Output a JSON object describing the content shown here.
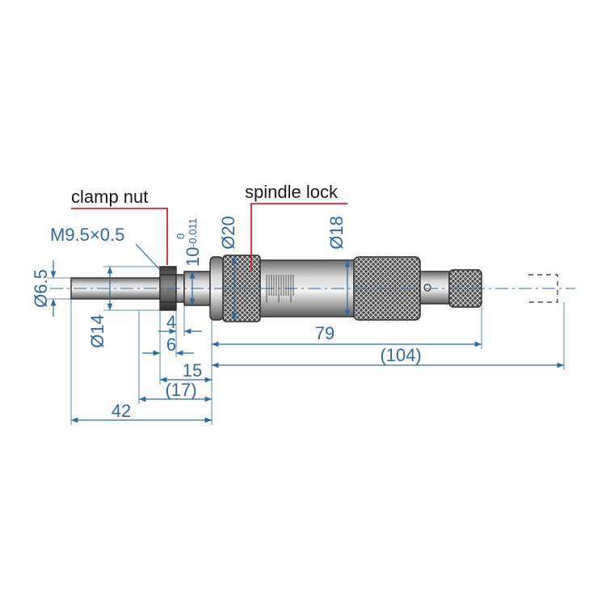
{
  "callouts": {
    "clamp_nut": "clamp nut",
    "spindle_lock": "spindle lock"
  },
  "dimensions": {
    "thread": "M9.5×0.5",
    "dia_spindle": "Ø6.5",
    "dia_stem": "Ø14",
    "dia_thimble_lock": "Ø20",
    "dia_barrel": "Ø18",
    "stem_length": "10",
    "stem_tol_upper": "0",
    "stem_tol_lower": "-0.011",
    "len_4": "4",
    "len_6": "6",
    "len_15": "15",
    "len_17": "(17)",
    "len_42": "42",
    "len_79": "79",
    "len_104": "(104)"
  },
  "colors": {
    "dimension": "#2c6aa6",
    "callout_line": "#e0202a",
    "text": "#1a1a1a"
  }
}
